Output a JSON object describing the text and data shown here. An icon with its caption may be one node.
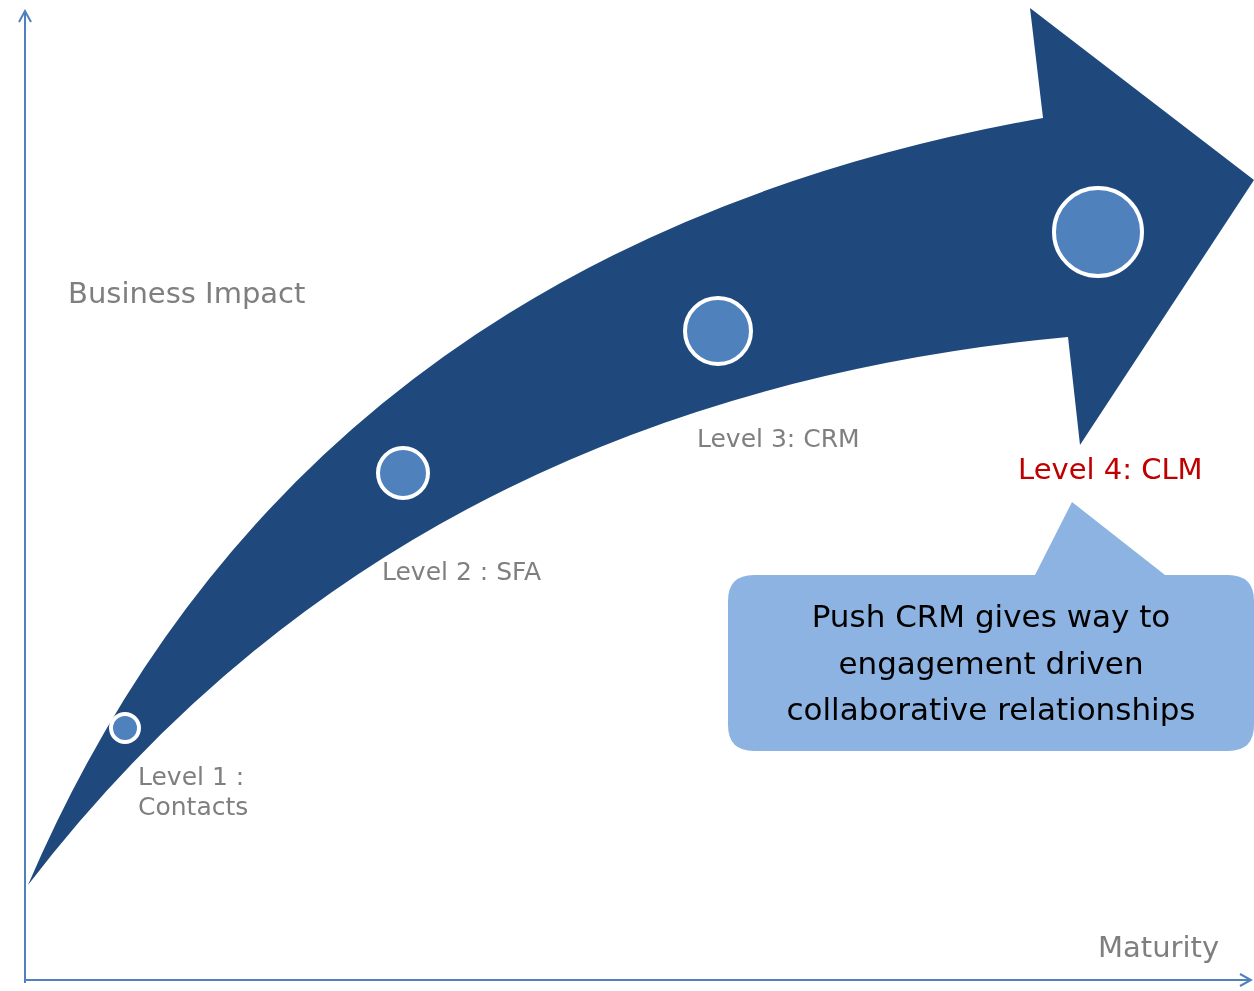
{
  "diagram": {
    "nodes": [
      {
        "text": [],
        "shape": "circle",
        "beside": [
          "Level 1 : Contacts"
        ]
      },
      {
        "text": [],
        "shape": "circle",
        "beside": [
          "Level 2 : SFA"
        ]
      },
      {
        "text": [],
        "shape": "circle",
        "beside": [
          "Level 3: CRM"
        ]
      },
      {
        "text": [],
        "shape": "circle"
      },
      {
        "text": [
          "Push CRM gives way to engagement driven collaborative relationships"
        ]
      }
    ],
    "labels": [
      "Business Impact",
      "Level 4: CLM",
      "Maturity"
    ]
  }
}
